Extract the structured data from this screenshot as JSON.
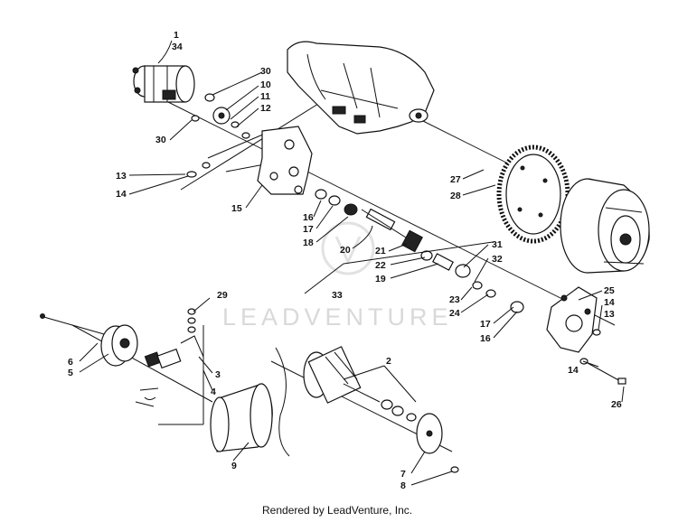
{
  "watermark": "LEADVENTURE",
  "footer": "Rendered by LeadVenture, Inc.",
  "callouts": {
    "c1": "1",
    "c34": "34",
    "c30a": "30",
    "c10": "10",
    "c11": "11",
    "c12": "12",
    "c30b": "30",
    "c13a": "13",
    "c14a": "14",
    "c15": "15",
    "c16a": "16",
    "c17a": "17",
    "c18": "18",
    "c20": "20",
    "c27": "27",
    "c28": "28",
    "c21": "21",
    "c22": "22",
    "c19": "19",
    "c31": "31",
    "c32": "32",
    "c33": "33",
    "c23": "23",
    "c24": "24",
    "c17b": "17",
    "c16b": "16",
    "c25": "25",
    "c14b": "14",
    "c13b": "13",
    "c14c": "14",
    "c26": "26",
    "c29": "29",
    "c6": "6",
    "c5": "5",
    "c3": "3",
    "c4": "4",
    "c2": "2",
    "c9": "9",
    "c7": "7",
    "c8": "8"
  }
}
